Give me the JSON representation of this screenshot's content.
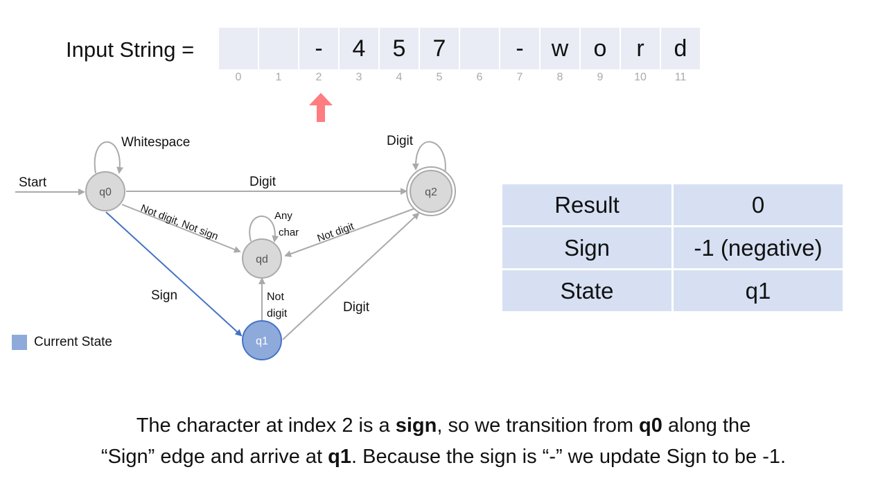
{
  "input": {
    "label": "Input String =",
    "cells": [
      "",
      "",
      "-",
      "4",
      "5",
      "7",
      "",
      "-",
      "w",
      "o",
      "r",
      "d"
    ],
    "indices": [
      "0",
      "1",
      "2",
      "3",
      "4",
      "5",
      "6",
      "7",
      "8",
      "9",
      "10",
      "11"
    ],
    "pointer_index": 2
  },
  "fsm": {
    "states": {
      "q0": "q0",
      "q1": "q1",
      "q2": "q2",
      "qd": "qd"
    },
    "current_state": "q1",
    "labels": {
      "start": "Start",
      "whitespace": "Whitespace",
      "digit_q0_q2": "Digit",
      "digit_loop_q2": "Digit",
      "not_digit_not_sign": "Not digit, Not sign",
      "any_char_1": "Any",
      "any_char_2": "char",
      "not_digit_q2": "Not digit",
      "sign": "Sign",
      "not_digit_q1_1": "Not",
      "not_digit_q1_2": "digit",
      "digit_q1_q2": "Digit"
    }
  },
  "legend": {
    "label": "Current State"
  },
  "table": [
    {
      "key": "Result",
      "value": "0"
    },
    {
      "key": "Sign",
      "value": "-1 (negative)"
    },
    {
      "key": "State",
      "value": "q1"
    }
  ],
  "caption": {
    "p1": "The character at index 2 is a ",
    "b1": "sign",
    "p2": ", so we transition from ",
    "b2": "q0",
    "p3": " along the",
    "p4": "“Sign” edge and arrive at ",
    "b3": "q1",
    "p5": ". Because the sign is “-” we update Sign to be -1."
  },
  "colors": {
    "current_state_fill": "#8eaadb",
    "current_state_stroke": "#4472c4",
    "state_fill": "#d9d9d9",
    "edge": "#aaaaaa",
    "active_edge": "#4472c4",
    "pointer": "#ff7c80",
    "tape_cell": "#e9ecf4",
    "table_cell": "#d6e0f2"
  }
}
